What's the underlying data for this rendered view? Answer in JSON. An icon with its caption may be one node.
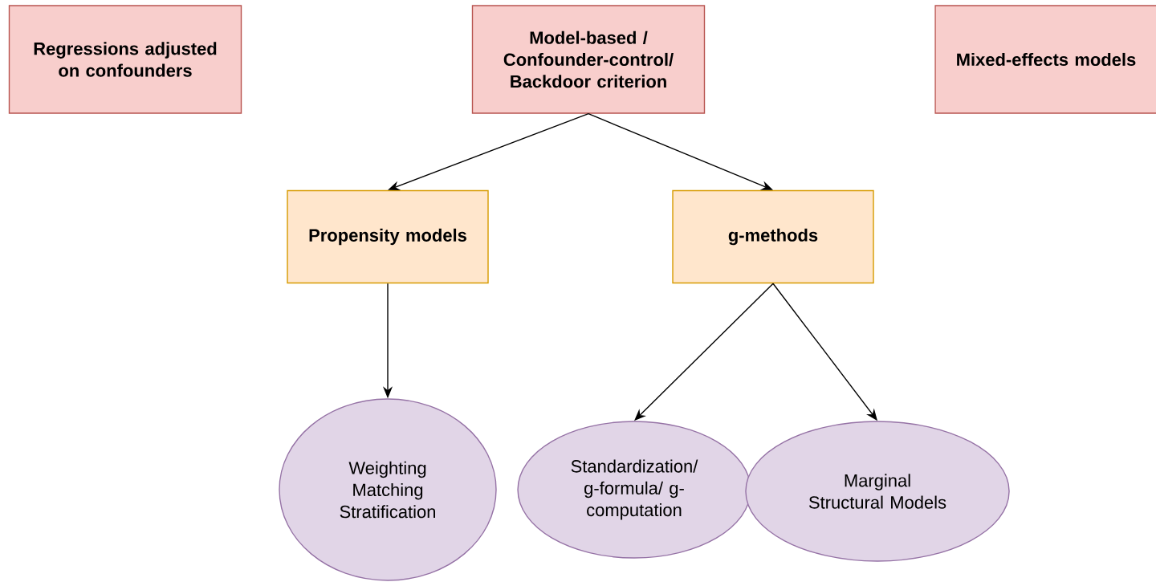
{
  "diagram": {
    "nodes": [
      {
        "text": [
          "Regressions adjusted on confounders"
        ]
      },
      {
        "text": [
          "Model-based / Confounder-control/ Backdoor criterion"
        ]
      },
      {
        "text": [
          "Mixed-effects models"
        ]
      },
      {
        "text": [
          "Propensity models"
        ]
      },
      {
        "text": [
          "g-methods"
        ]
      },
      {
        "text": [
          "Weighting Matching Stratification"
        ]
      },
      {
        "text": [
          "Standardization/ g-formula/ g-computation"
        ]
      },
      {
        "text": [
          "Marginal Structural Models"
        ]
      }
    ],
    "edges": [
      {
        "from": 1,
        "to": 3,
        "arrow": "to"
      },
      {
        "from": 1,
        "to": 4,
        "arrow": "to"
      },
      {
        "from": 3,
        "to": 5,
        "arrow": "to"
      },
      {
        "from": 4,
        "to": 6,
        "arrow": "to"
      },
      {
        "from": 4,
        "to": 7,
        "arrow": "to"
      }
    ]
  }
}
